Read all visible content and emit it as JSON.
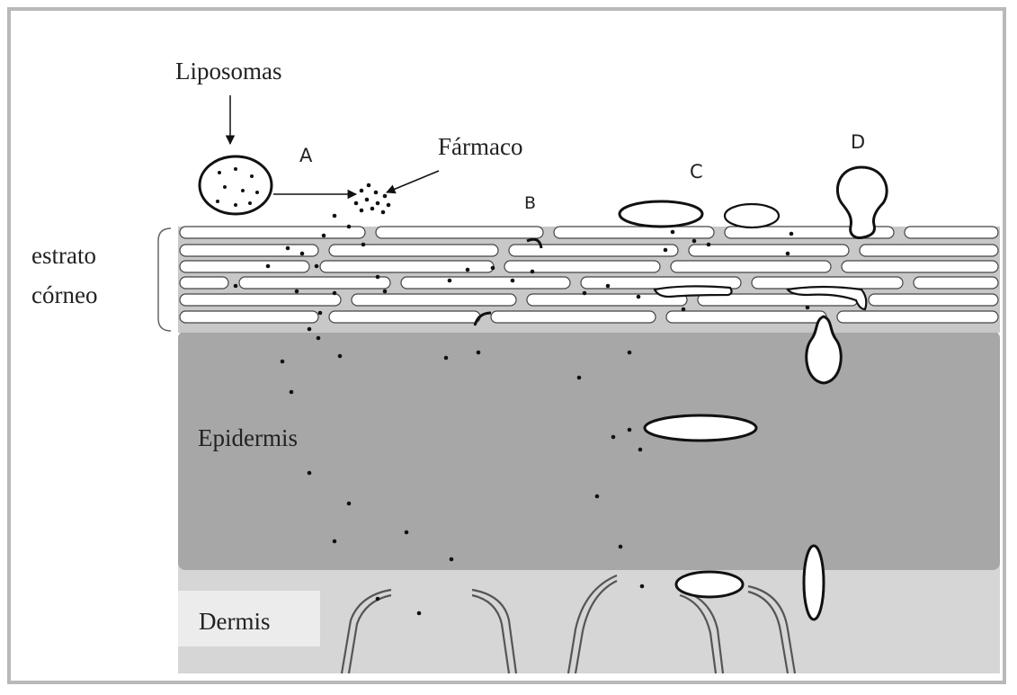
{
  "labels": {
    "liposomas": "Liposomas",
    "farmaco": "Fármaco",
    "route_a": "A",
    "route_b": "B",
    "route_c": "C",
    "route_d": "D",
    "estrato_line1": "estrato",
    "estrato_line2": "córneo",
    "epidermis": "Epidermis",
    "dermis": "Dermis"
  },
  "colors": {
    "frame_border": "#b9b9b9",
    "stratum_band": "#c8c8c8",
    "epidermis": "#a7a7a7",
    "dermis": "#d6d6d6",
    "dermis_label_bg": "#ececec",
    "ink": "#111111"
  }
}
